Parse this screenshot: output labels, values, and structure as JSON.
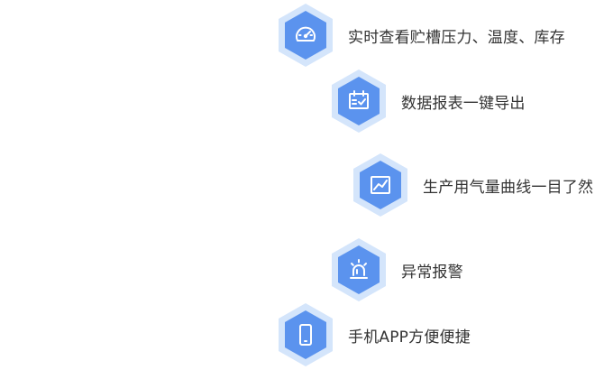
{
  "colors": {
    "hex_outer": "#d4e5fb",
    "hex_inner": "#5b93ee",
    "icon": "#ffffff",
    "text": "#333333"
  },
  "features": [
    {
      "icon": "speedometer-icon",
      "label": "实时查看贮槽压力、温度、库存"
    },
    {
      "icon": "calendar-check-icon",
      "label": "数据报表一键导出"
    },
    {
      "icon": "line-chart-icon",
      "label": "生产用气量曲线一目了然"
    },
    {
      "icon": "alarm-light-icon",
      "label": "异常报警"
    },
    {
      "icon": "mobile-phone-icon",
      "label": "手机APP方便便捷"
    }
  ]
}
